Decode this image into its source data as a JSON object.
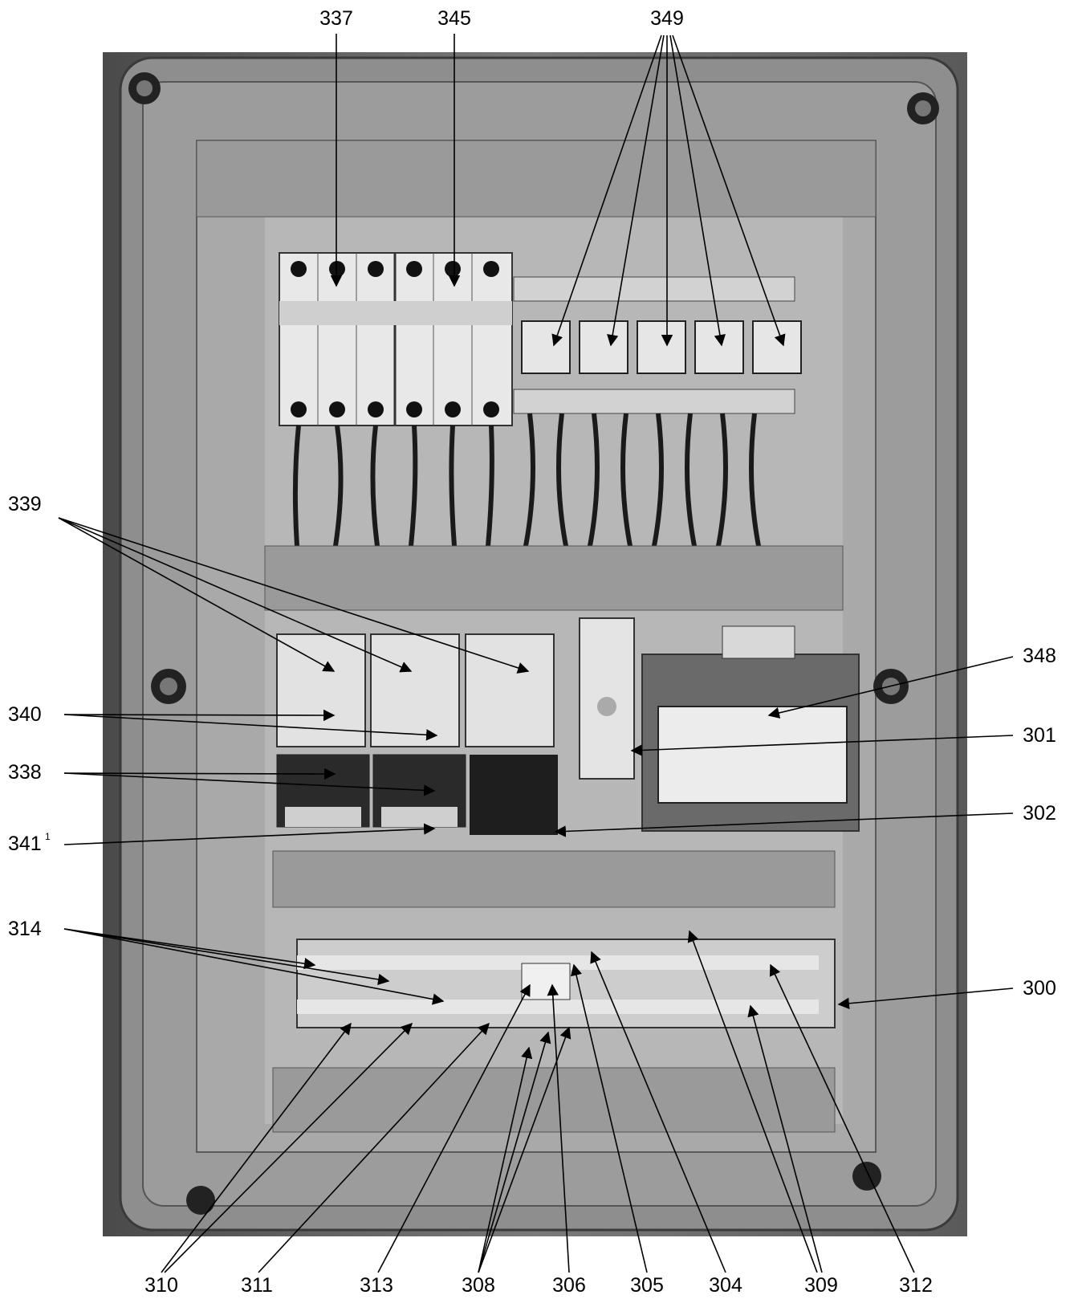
{
  "figure": {
    "type": "photograph of an opened electrical control cabinet with numbered reference callouts",
    "labels": {
      "l337": "337",
      "l345": "345",
      "l349": "349",
      "l339": "339",
      "l340": "340",
      "l338": "338",
      "l341": "341",
      "l341_sup": "1",
      "l314": "314",
      "l348": "348",
      "l301": "301",
      "l302": "302",
      "l300": "300",
      "l310": "310",
      "l311": "311",
      "l313": "313",
      "l308": "308",
      "l306": "306",
      "l305": "305",
      "l304": "304",
      "l309": "309",
      "l312": "312"
    }
  }
}
